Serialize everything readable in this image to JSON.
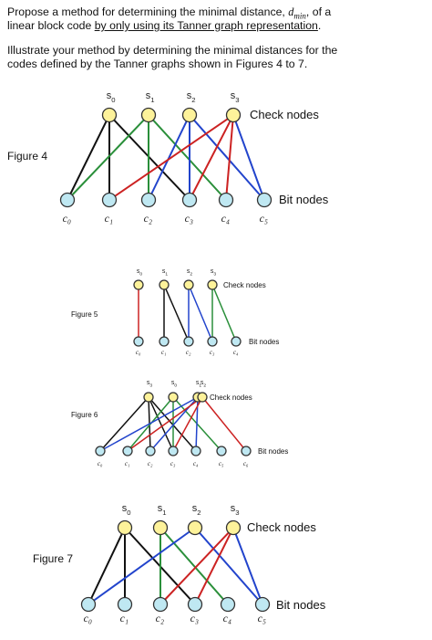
{
  "question": {
    "line1_pre": "Propose a method for determining the minimal distance, ",
    "dmin": "d",
    "dmin_sub": "min",
    "line1_post": ", of a",
    "line2_pre": "linear block code ",
    "line2_underlined": "by only using its Tanner graph representation",
    "line2_post": ".",
    "para2_line1": "Illustrate your method by determining the minimal distances for the",
    "para2_line2": "codes defined by the Tanner graphs shown in Figures 4 to 7."
  },
  "figures": [
    {
      "id": "fig4",
      "label": "Figure 4",
      "check_caption": "Check nodes",
      "bit_caption": "Bit nodes",
      "check_labels": [
        "s",
        "s",
        "s",
        "s"
      ],
      "check_subs": [
        "0",
        "1",
        "2",
        "3"
      ],
      "bit_labels": [
        "c₀",
        "c₁",
        "c₂",
        "c₃",
        "c₄",
        "c₅"
      ],
      "edges": [
        {
          "s": 0,
          "c": 1,
          "color": "#111111"
        },
        {
          "s": 0,
          "c": 3,
          "color": "#111111"
        },
        {
          "s": 0,
          "c": 0,
          "color": "#111111"
        },
        {
          "s": 1,
          "c": 0,
          "color": "#2a8f3a"
        },
        {
          "s": 1,
          "c": 4,
          "color": "#2a8f3a"
        },
        {
          "s": 1,
          "c": 2,
          "color": "#2a8f3a"
        },
        {
          "s": 2,
          "c": 2,
          "color": "#2244cc"
        },
        {
          "s": 2,
          "c": 3,
          "color": "#2244cc"
        },
        {
          "s": 2,
          "c": 5,
          "color": "#2244cc"
        },
        {
          "s": 3,
          "c": 1,
          "color": "#cc2222"
        },
        {
          "s": 3,
          "c": 3,
          "color": "#cc2222"
        },
        {
          "s": 3,
          "c": 4,
          "color": "#cc2222"
        },
        {
          "s": 3,
          "c": 5,
          "color": "#2244cc"
        }
      ]
    },
    {
      "id": "fig5",
      "label": "Figure 5",
      "check_caption": "Check nodes",
      "bit_caption": "Bit nodes",
      "check_labels": [
        "s",
        "s",
        "s",
        "s"
      ],
      "check_subs": [
        "0",
        "1",
        "2",
        "3"
      ],
      "bit_labels": [
        "c₀",
        "c₁",
        "c₂",
        "c₃",
        "c₄"
      ],
      "edges": [
        {
          "s": 0,
          "c": 0,
          "color": "#cc2222"
        },
        {
          "s": 1,
          "c": 1,
          "color": "#111111"
        },
        {
          "s": 1,
          "c": 2,
          "color": "#111111"
        },
        {
          "s": 2,
          "c": 2,
          "color": "#2244cc"
        },
        {
          "s": 2,
          "c": 3,
          "color": "#2244cc"
        },
        {
          "s": 3,
          "c": 3,
          "color": "#2a8f3a"
        },
        {
          "s": 3,
          "c": 4,
          "color": "#2a8f3a"
        }
      ]
    },
    {
      "id": "fig6",
      "label": "Figure 6",
      "check_caption": "Check nodes",
      "bit_caption": "Bit nodes",
      "check_labels": [
        "s",
        "s",
        "s",
        "s"
      ],
      "check_subs": [
        "3",
        "0",
        "1",
        "2"
      ],
      "bit_labels": [
        "c₀",
        "c₁",
        "c₂",
        "c₃",
        "c₄",
        "c₅",
        "c₆"
      ],
      "edges": [
        {
          "s": 0,
          "c": 0,
          "color": "#111111"
        },
        {
          "s": 0,
          "c": 3,
          "color": "#111111"
        },
        {
          "s": 0,
          "c": 4,
          "color": "#111111"
        },
        {
          "s": 0,
          "c": 2,
          "color": "#111111"
        },
        {
          "s": 1,
          "c": 1,
          "color": "#2a8f3a"
        },
        {
          "s": 1,
          "c": 3,
          "color": "#2a8f3a"
        },
        {
          "s": 1,
          "c": 5,
          "color": "#2a8f3a"
        },
        {
          "s": 2,
          "c": 2,
          "color": "#2244cc"
        },
        {
          "s": 2,
          "c": 4,
          "color": "#2244cc"
        },
        {
          "s": 2,
          "c": 0,
          "color": "#2244cc"
        },
        {
          "s": 3,
          "c": 1,
          "color": "#cc2222"
        },
        {
          "s": 3,
          "c": 3,
          "color": "#cc2222"
        },
        {
          "s": 3,
          "c": 6,
          "color": "#cc2222"
        }
      ]
    },
    {
      "id": "fig7",
      "label": "Figure 7",
      "check_caption": "Check nodes",
      "bit_caption": "Bit nodes",
      "check_labels": [
        "s",
        "s",
        "s",
        "s"
      ],
      "check_subs": [
        "0",
        "1",
        "2",
        "3"
      ],
      "bit_labels": [
        "c₀",
        "c₁",
        "c₂",
        "c₃",
        "c₄",
        "c₅"
      ],
      "edges": [
        {
          "s": 0,
          "c": 0,
          "color": "#111111"
        },
        {
          "s": 0,
          "c": 1,
          "color": "#111111"
        },
        {
          "s": 0,
          "c": 3,
          "color": "#111111"
        },
        {
          "s": 1,
          "c": 2,
          "color": "#2a8f3a"
        },
        {
          "s": 1,
          "c": 4,
          "color": "#2a8f3a"
        },
        {
          "s": 2,
          "c": 0,
          "color": "#2244cc"
        },
        {
          "s": 2,
          "c": 5,
          "color": "#2244cc"
        },
        {
          "s": 3,
          "c": 2,
          "color": "#cc2222"
        },
        {
          "s": 3,
          "c": 3,
          "color": "#cc2222"
        },
        {
          "s": 3,
          "c": 5,
          "color": "#2244cc"
        }
      ]
    }
  ]
}
